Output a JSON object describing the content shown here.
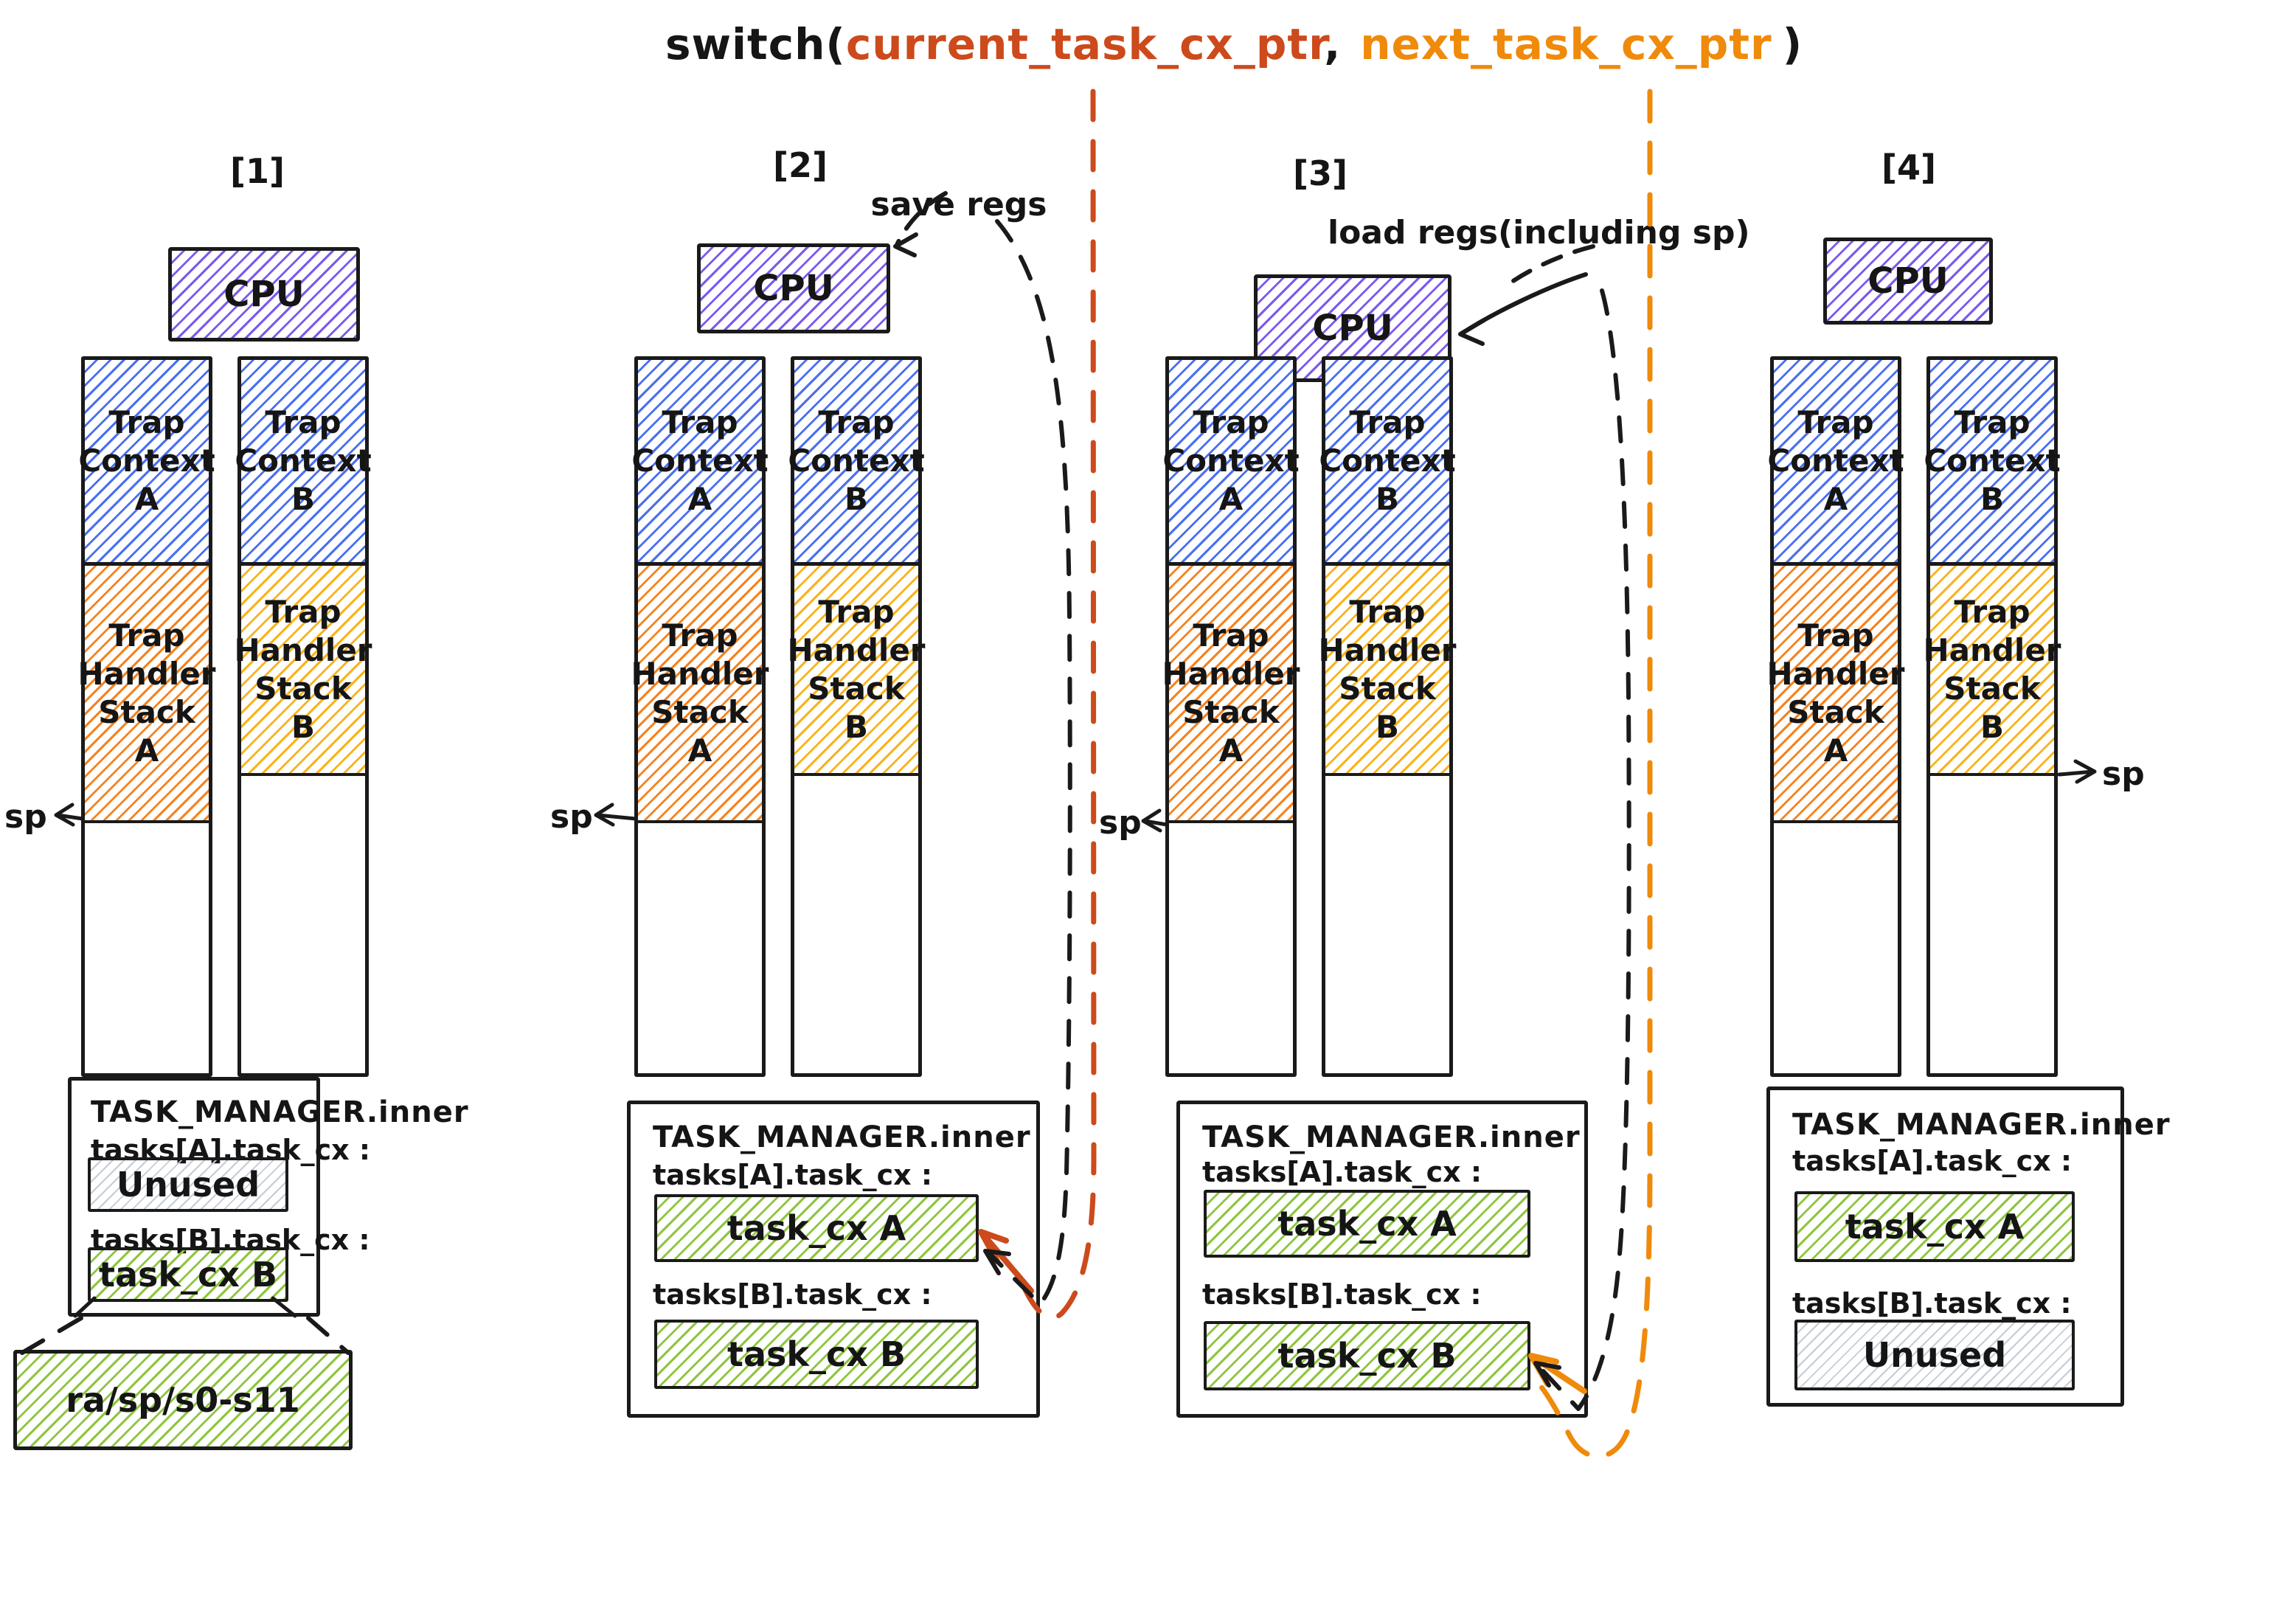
{
  "title": {
    "prefix": "switch(",
    "arg1": "current_task_cx_ptr",
    "separator": ",",
    "arg2": "next_task_cx_ptr",
    "suffix": ")"
  },
  "annotations": {
    "save_regs": "save regs",
    "load_regs": "load regs(including sp)",
    "registers_detail": "ra/sp/s0-s11"
  },
  "colors": {
    "ink": "#1a1a1a",
    "cpu_hatch": "#7d58ee",
    "trap_context_hatch": "#4a6ff0",
    "trap_handler_a_hatch": "#f5831f",
    "trap_handler_b_hatch": "#f8b31c",
    "task_cx_hatch": "#8dc63f",
    "unused_hatch": "#c3ccd6",
    "current_ptr_line": "#cc4a1b",
    "next_ptr_line": "#ef8a0b"
  },
  "panels": [
    {
      "number": "[1]",
      "cpu_label": "CPU",
      "stack_a": {
        "trap_context": "Trap\nContext\nA",
        "trap_handler": "Trap\nHandler\nStack\nA"
      },
      "stack_b": {
        "trap_context": "Trap\nContext\nB",
        "trap_handler": "Trap\nHandler\nStack\nB"
      },
      "sp_label": "sp",
      "task_manager": {
        "title": "TASK_MANAGER.inner",
        "slot_a_label": "tasks[A].task_cx :",
        "slot_a_value": "Unused",
        "slot_a_state": "unused",
        "slot_b_label": "tasks[B].task_cx :",
        "slot_b_value": "task_cx B",
        "slot_b_state": "used"
      }
    },
    {
      "number": "[2]",
      "cpu_label": "CPU",
      "stack_a": {
        "trap_context": "Trap\nContext\nA",
        "trap_handler": "Trap\nHandler\nStack\nA"
      },
      "stack_b": {
        "trap_context": "Trap\nContext\nB",
        "trap_handler": "Trap\nHandler\nStack\nB"
      },
      "sp_label": "sp",
      "task_manager": {
        "title": "TASK_MANAGER.inner",
        "slot_a_label": "tasks[A].task_cx :",
        "slot_a_value": "task_cx A",
        "slot_a_state": "used",
        "slot_b_label": "tasks[B].task_cx :",
        "slot_b_value": "task_cx B",
        "slot_b_state": "used"
      }
    },
    {
      "number": "[3]",
      "cpu_label": "CPU",
      "stack_a": {
        "trap_context": "Trap\nContext\nA",
        "trap_handler": "Trap\nHandler\nStack\nA"
      },
      "stack_b": {
        "trap_context": "Trap\nContext\nB",
        "trap_handler": "Trap\nHandler\nStack\nB"
      },
      "sp_label": "sp",
      "task_manager": {
        "title": "TASK_MANAGER.inner",
        "slot_a_label": "tasks[A].task_cx :",
        "slot_a_value": "task_cx A",
        "slot_a_state": "used",
        "slot_b_label": "tasks[B].task_cx :",
        "slot_b_value": "task_cx B",
        "slot_b_state": "used"
      }
    },
    {
      "number": "[4]",
      "cpu_label": "CPU",
      "stack_a": {
        "trap_context": "Trap\nContext\nA",
        "trap_handler": "Trap\nHandler\nStack\nA"
      },
      "stack_b": {
        "trap_context": "Trap\nContext\nB",
        "trap_handler": "Trap\nHandler\nStack\nB"
      },
      "sp_label": "sp",
      "task_manager": {
        "title": "TASK_MANAGER.inner",
        "slot_a_label": "tasks[A].task_cx :",
        "slot_a_value": "task_cx A",
        "slot_a_state": "used",
        "slot_b_label": "tasks[B].task_cx :",
        "slot_b_value": "Unused",
        "slot_b_state": "unused"
      }
    }
  ]
}
